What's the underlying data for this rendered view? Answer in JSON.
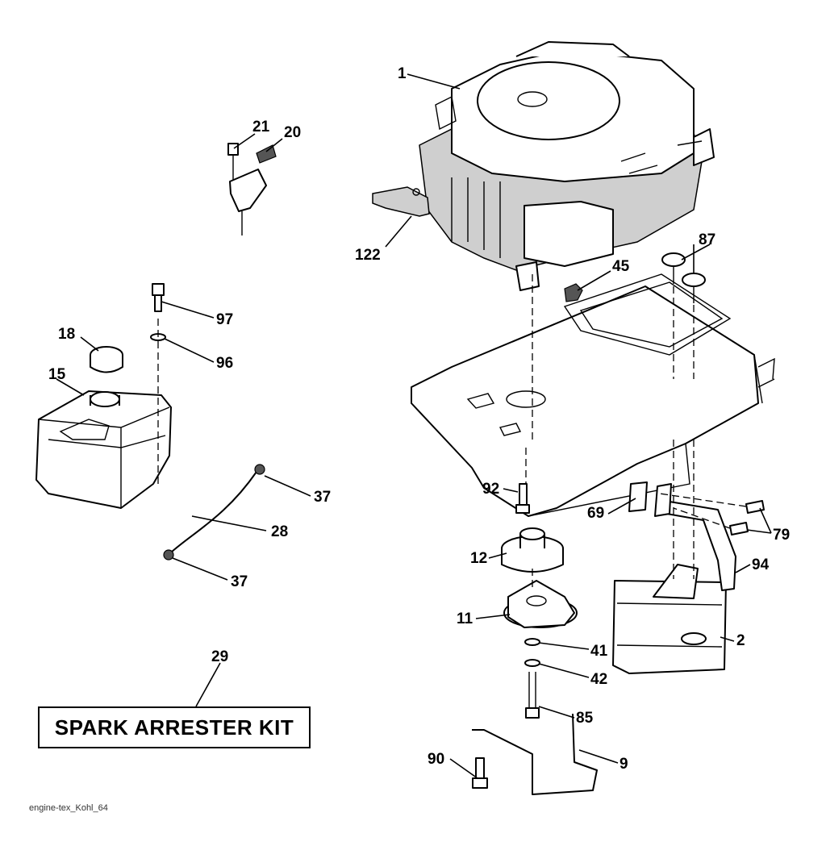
{
  "kit_box_text": "SPARK ARRESTER KIT",
  "caption": "engine-tex_Kohl_64",
  "labels": {
    "l1": "1",
    "l21": "21",
    "l20": "20",
    "l122": "122",
    "l87": "87",
    "l45": "45",
    "l97": "97",
    "l18": "18",
    "l96": "96",
    "l15": "15",
    "l37a": "37",
    "l28": "28",
    "l37b": "37",
    "l92": "92",
    "l69": "69",
    "l79": "79",
    "l12": "12",
    "l94": "94",
    "l11": "11",
    "l41": "41",
    "l2": "2",
    "l42": "42",
    "l29": "29",
    "l85": "85",
    "l90": "90",
    "l9": "9"
  }
}
